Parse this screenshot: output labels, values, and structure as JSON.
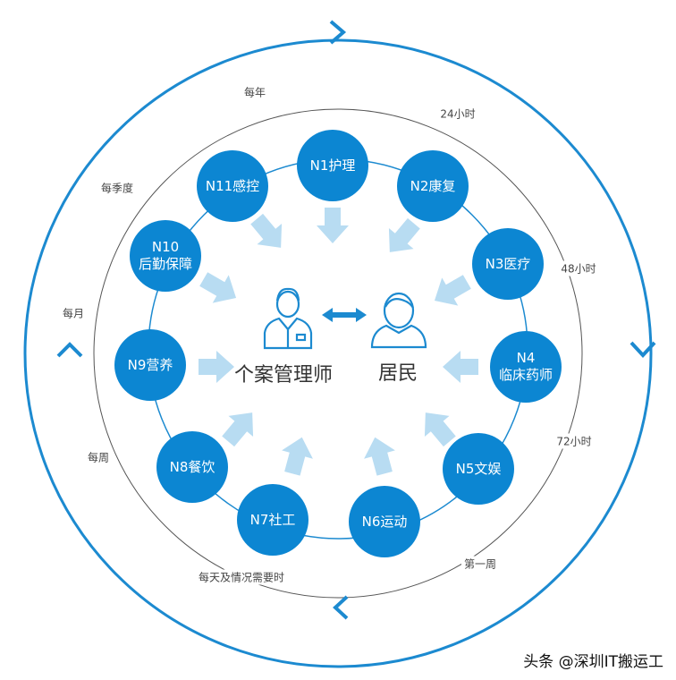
{
  "colors": {
    "accent": "#0c86d2",
    "ring": "#1c8ad0",
    "arrow_light": "#b8dcf2"
  },
  "nodes": [
    {
      "id": "n1",
      "lines": [
        "N1护理"
      ]
    },
    {
      "id": "n2",
      "lines": [
        "N2康复"
      ]
    },
    {
      "id": "n3",
      "lines": [
        "N3医疗"
      ]
    },
    {
      "id": "n4",
      "lines": [
        "N4",
        "临床药师"
      ]
    },
    {
      "id": "n5",
      "lines": [
        "N5文娱"
      ]
    },
    {
      "id": "n6",
      "lines": [
        "N6运动"
      ]
    },
    {
      "id": "n7",
      "lines": [
        "N7社工"
      ]
    },
    {
      "id": "n8",
      "lines": [
        "N8餐饮"
      ]
    },
    {
      "id": "n9",
      "lines": [
        "N9营养"
      ]
    },
    {
      "id": "n10",
      "lines": [
        "N10",
        "后勤保障"
      ]
    },
    {
      "id": "n11",
      "lines": [
        "N11感控"
      ]
    }
  ],
  "center": {
    "case_manager": "个案管理师",
    "resident": "居民",
    "case_manager_icon": "doctor-icon",
    "resident_icon": "person-icon"
  },
  "ring_labels": [
    {
      "id": "yearly",
      "text": "每年"
    },
    {
      "id": "24h",
      "text": "24小时"
    },
    {
      "id": "quarterly",
      "text": "每季度"
    },
    {
      "id": "48h",
      "text": "48小时"
    },
    {
      "id": "monthly",
      "text": "每月"
    },
    {
      "id": "72h",
      "text": "72小时"
    },
    {
      "id": "weekly",
      "text": "每周"
    },
    {
      "id": "first_week",
      "text": "第一周"
    },
    {
      "id": "daily",
      "text": "每天及情况需要时"
    }
  ],
  "watermark": "头条 @深圳IT搬运工"
}
